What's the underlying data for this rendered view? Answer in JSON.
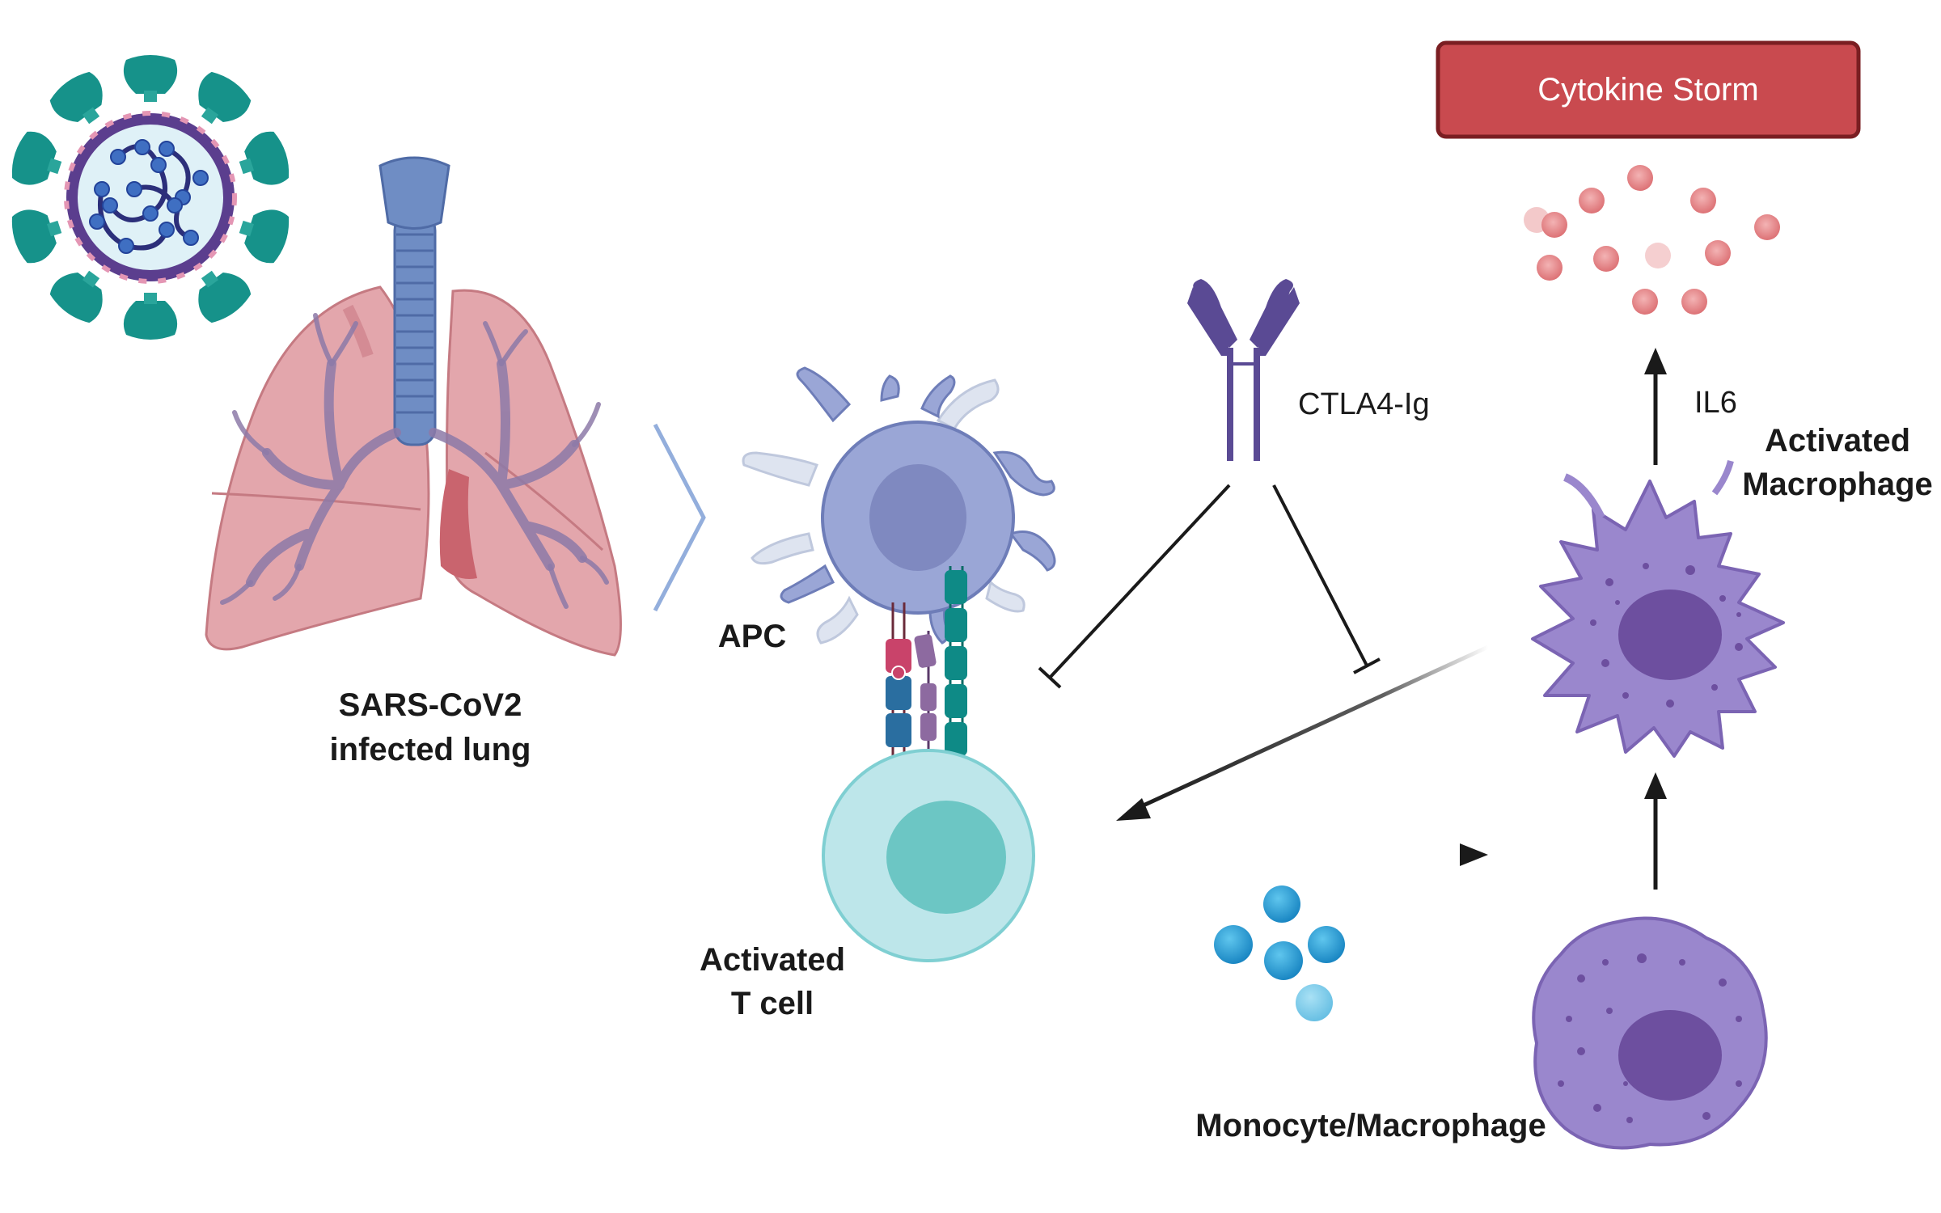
{
  "labels": {
    "lung_line1": "SARS-CoV2",
    "lung_line2": "infected lung",
    "apc": "APC",
    "tcell_line1": "Activated",
    "tcell_line2": "T cell",
    "ctla4": "CTLA4-Ig",
    "il6": "IL6",
    "macrophage_line1": "Activated",
    "macrophage_line2": "Macrophage",
    "monocyte": "Monocyte/Macrophage",
    "cytokine_storm": "Cytokine Storm"
  },
  "colors": {
    "virus_spike": "#16928a",
    "virus_envelope": "#5b3e8e",
    "lung": "#e3a6ac",
    "trachea": "#6f8dc4",
    "apc": "#9aa6d6",
    "apc_nucleus": "#7f89c0",
    "tcell": "#bde6ea",
    "tcell_nucleus": "#6cc6c4",
    "antibody": "#5a4a94",
    "macrophage": "#9a87cd",
    "macrophage_nucleus": "#6d4f9f",
    "cytokine": "#e07b7f",
    "storm_box": "#c94a4f",
    "blue_dots": "#1f9ad3"
  }
}
